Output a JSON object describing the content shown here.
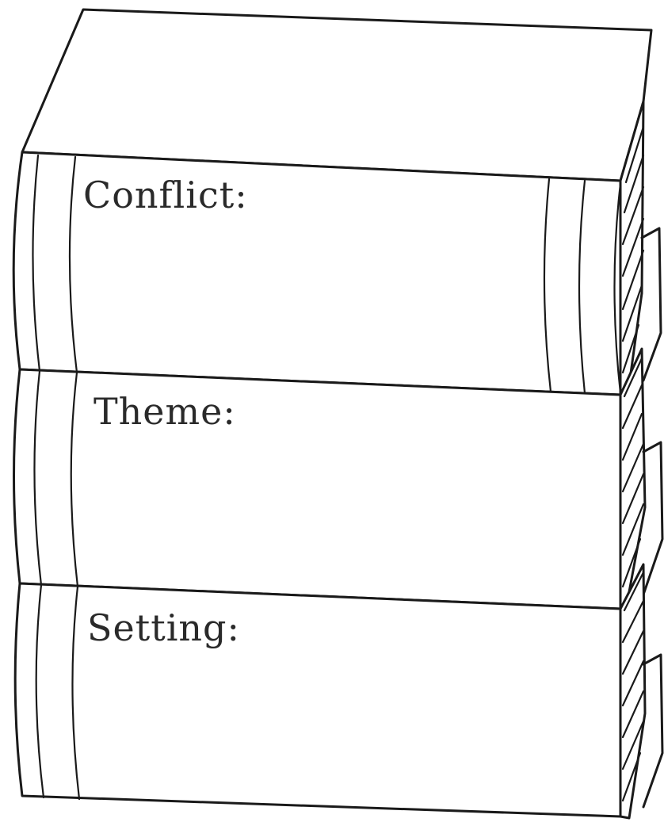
{
  "books": [
    {
      "label": "Conflict:"
    },
    {
      "label": "Theme:"
    },
    {
      "label": "Setting:"
    }
  ],
  "colors": {
    "ink": "#1a1a1a",
    "paper": "#ffffff"
  }
}
